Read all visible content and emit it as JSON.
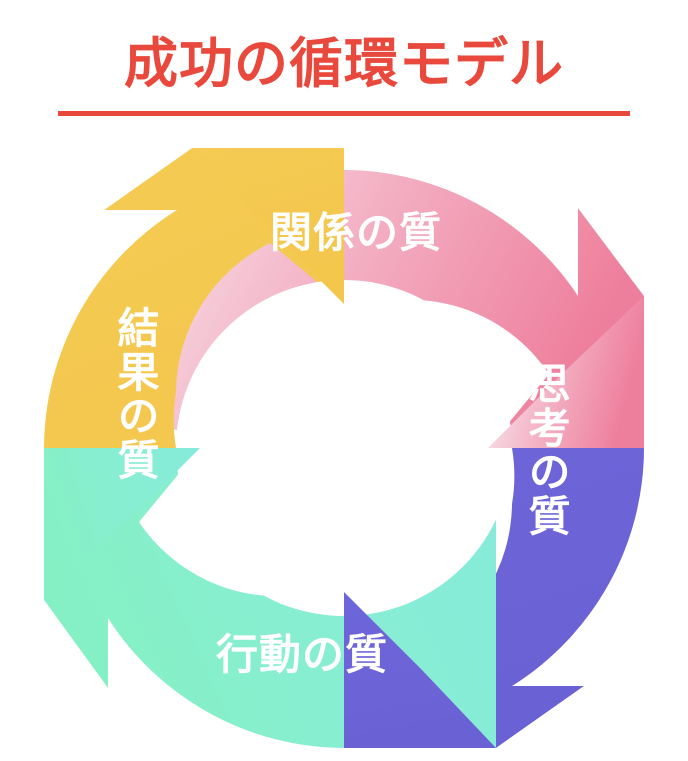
{
  "header": {
    "title": "成功の循環モデル",
    "title_color": "#e8493c",
    "underline_color": "#e8493c"
  },
  "diagram": {
    "type": "cyclical-arrow-diagram",
    "direction": "clockwise",
    "segment_count": 4,
    "label_text_color": "#ffffff",
    "background_color": "#ffffff",
    "segments": [
      {
        "id": "relationship",
        "position": "top",
        "label": "関係の質",
        "orientation": "horizontal",
        "color_start": "#f9e0e8",
        "color_end": "#ee7f9c",
        "gradient": true
      },
      {
        "id": "thinking",
        "position": "right",
        "label": "思考の質",
        "orientation": "vertical",
        "color_start": "#6a62d6",
        "color_end": "#6a62d6",
        "gradient": false
      },
      {
        "id": "action",
        "position": "bottom",
        "label": "行動の質",
        "orientation": "horizontal",
        "color_start": "#87efc8",
        "color_end": "#86ead8",
        "gradient": true
      },
      {
        "id": "result",
        "position": "left",
        "label": "結果の質",
        "orientation": "vertical",
        "color_start": "#f4c950",
        "color_end": "#f4c950",
        "gradient": false
      }
    ]
  }
}
